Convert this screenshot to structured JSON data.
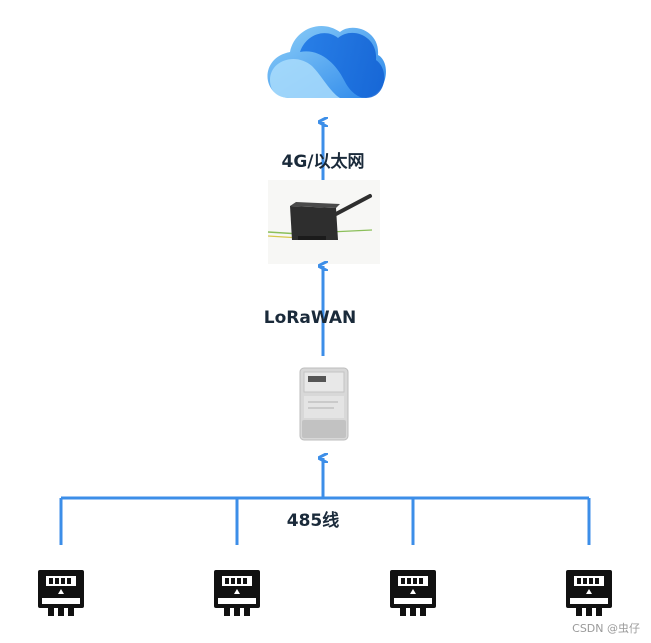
{
  "labels": {
    "uplink": "4G/以太网",
    "lorawan": "LoRaWAN",
    "bus": "485线"
  },
  "watermark": "CSDN @虫仔",
  "nodes": {
    "cloud": {
      "icon": "cloud-icon"
    },
    "gateway": {
      "icon": "lorawan-gateway-icon"
    },
    "collector": {
      "icon": "collector-meter-icon"
    },
    "meters": [
      {
        "icon": "electric-meter-icon"
      },
      {
        "icon": "electric-meter-icon"
      },
      {
        "icon": "electric-meter-icon"
      },
      {
        "icon": "electric-meter-icon"
      }
    ]
  },
  "colors": {
    "line": "#3c8ee8",
    "cloud_light": "#7cc4f5",
    "cloud_dark": "#1f78e6",
    "meter_body": "#111111"
  }
}
